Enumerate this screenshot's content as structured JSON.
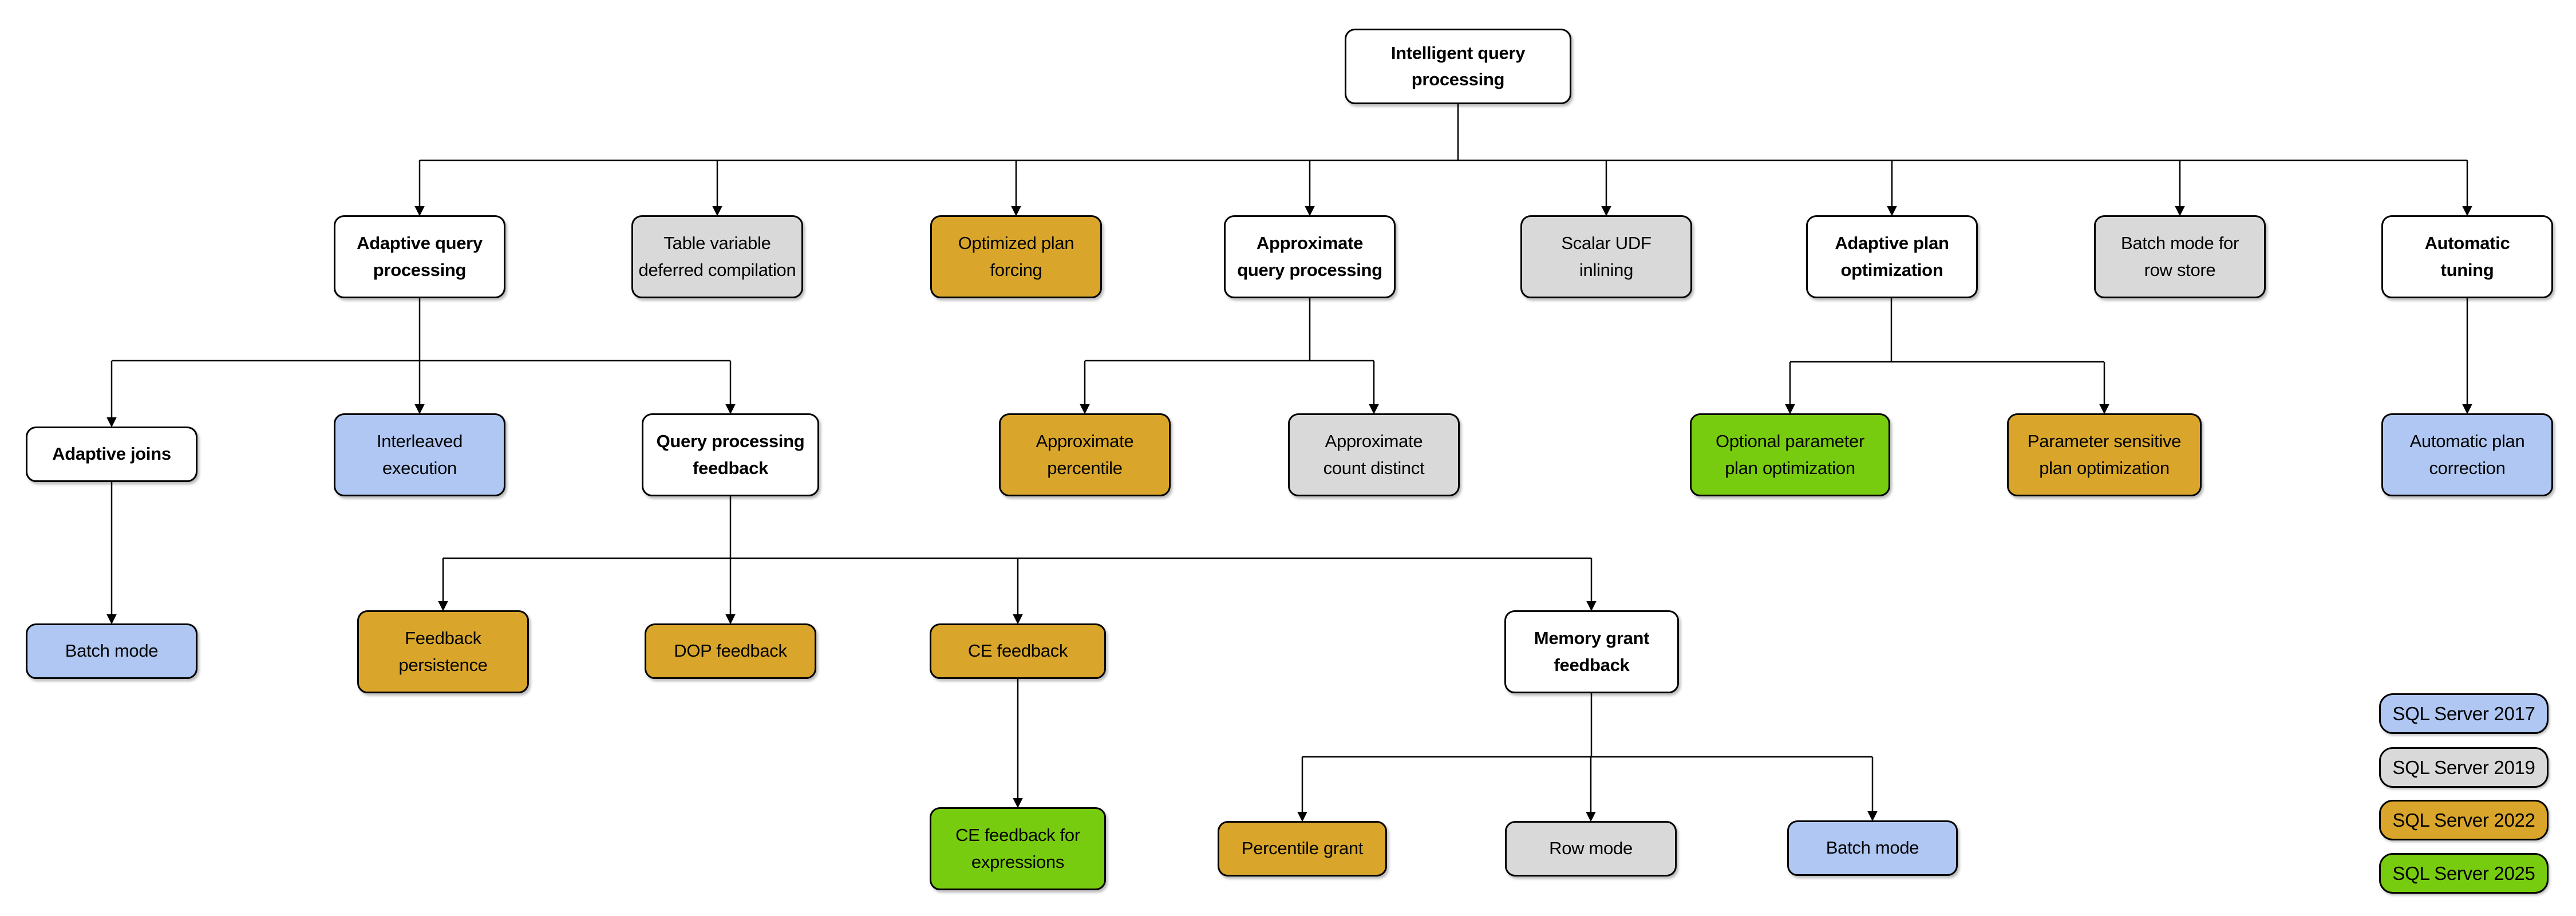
{
  "nodes": [
    {
      "id": "iqp",
      "label": "Intelligent query\nprocessing",
      "version": "none"
    },
    {
      "id": "aqp",
      "label": "Adaptive query\nprocessing",
      "version": "none"
    },
    {
      "id": "tvdc",
      "label": "Table variable\ndeferred compilation",
      "version": "2019"
    },
    {
      "id": "opf",
      "label": "Optimized plan\nforcing",
      "version": "2022"
    },
    {
      "id": "aqproc",
      "label": "Approximate\nquery processing",
      "version": "none"
    },
    {
      "id": "sui",
      "label": "Scalar UDF\ninlining",
      "version": "2019"
    },
    {
      "id": "apo",
      "label": "Adaptive plan\noptimization",
      "version": "none"
    },
    {
      "id": "bmrs",
      "label": "Batch mode for\nrow store",
      "version": "2019"
    },
    {
      "id": "at",
      "label": "Automatic\ntuning",
      "version": "none"
    },
    {
      "id": "aj",
      "label": "Adaptive joins",
      "version": "none"
    },
    {
      "id": "ie",
      "label": "Interleaved\nexecution",
      "version": "2017"
    },
    {
      "id": "qpf",
      "label": "Query processing\nfeedback",
      "version": "none"
    },
    {
      "id": "ap",
      "label": "Approximate\npercentile",
      "version": "2022"
    },
    {
      "id": "acd",
      "label": "Approximate\ncount distinct",
      "version": "2019"
    },
    {
      "id": "oppo",
      "label": "Optional parameter\nplan optimization",
      "version": "2025"
    },
    {
      "id": "pspo",
      "label": "Parameter sensitive\nplan optimization",
      "version": "2022"
    },
    {
      "id": "apc",
      "label": "Automatic plan\ncorrection",
      "version": "2017"
    },
    {
      "id": "bm1",
      "label": "Batch mode",
      "version": "2017"
    },
    {
      "id": "fp",
      "label": "Feedback\npersistence",
      "version": "2022"
    },
    {
      "id": "dop",
      "label": "DOP feedback",
      "version": "2022"
    },
    {
      "id": "ce",
      "label": "CE feedback",
      "version": "2022"
    },
    {
      "id": "mgf",
      "label": "Memory grant\nfeedback",
      "version": "none"
    },
    {
      "id": "cefe",
      "label": "CE feedback for\nexpressions",
      "version": "2025"
    },
    {
      "id": "pg",
      "label": "Percentile grant",
      "version": "2022"
    },
    {
      "id": "rm",
      "label": "Row mode",
      "version": "2019"
    },
    {
      "id": "bm2",
      "label": "Batch mode",
      "version": "2017"
    }
  ],
  "edges": [
    {
      "from": "iqp",
      "to": "aqp"
    },
    {
      "from": "iqp",
      "to": "tvdc"
    },
    {
      "from": "iqp",
      "to": "opf"
    },
    {
      "from": "iqp",
      "to": "aqproc"
    },
    {
      "from": "iqp",
      "to": "sui"
    },
    {
      "from": "iqp",
      "to": "apo"
    },
    {
      "from": "iqp",
      "to": "bmrs"
    },
    {
      "from": "iqp",
      "to": "at"
    },
    {
      "from": "aqp",
      "to": "aj"
    },
    {
      "from": "aqp",
      "to": "ie"
    },
    {
      "from": "aqp",
      "to": "qpf"
    },
    {
      "from": "aqproc",
      "to": "ap"
    },
    {
      "from": "aqproc",
      "to": "acd"
    },
    {
      "from": "apo",
      "to": "oppo"
    },
    {
      "from": "apo",
      "to": "pspo"
    },
    {
      "from": "at",
      "to": "apc"
    },
    {
      "from": "aj",
      "to": "bm1"
    },
    {
      "from": "qpf",
      "to": "fp"
    },
    {
      "from": "qpf",
      "to": "dop"
    },
    {
      "from": "qpf",
      "to": "ce"
    },
    {
      "from": "qpf",
      "to": "mgf"
    },
    {
      "from": "ce",
      "to": "cefe"
    },
    {
      "from": "mgf",
      "to": "pg"
    },
    {
      "from": "mgf",
      "to": "rm"
    },
    {
      "from": "mgf",
      "to": "bm2"
    }
  ],
  "legend": [
    {
      "label": "SQL Server 2017",
      "version": "2017"
    },
    {
      "label": "SQL Server 2019",
      "version": "2019"
    },
    {
      "label": "SQL Server 2022",
      "version": "2022"
    },
    {
      "label": "SQL Server 2025",
      "version": "2025"
    }
  ],
  "colors": {
    "2017": "#AFC7F2",
    "2019": "#D9D9D9",
    "2022": "#D9A62B",
    "2025": "#77CC10",
    "none": "#FFFFFF"
  }
}
